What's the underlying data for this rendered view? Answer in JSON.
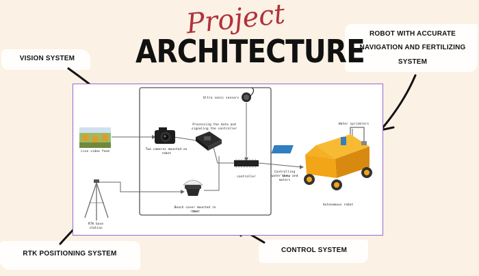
{
  "title": {
    "script": "Project",
    "main": "ARCHITECTURE"
  },
  "callouts": {
    "vision": "VISION SYSTEM",
    "robot_line1": "ROBOT WITH ACCURATE",
    "robot_line2": "NAVIGATION AND FERTILIZING",
    "robot_line3": "SYSTEM",
    "rtk": "RTK POSITIONING SYSTEM",
    "control": "CONTROL SYSTEM"
  },
  "diagram": {
    "live_video": "Live video feed",
    "cameras_line1": "Two cameras mounted on",
    "cameras_line2": "robot",
    "processing_line1": "Processing the data and",
    "processing_line2": "signaling the controller",
    "ultrasonic": "Ultra sonic sensors",
    "controller": "controller",
    "controlling_line1": "Controlling the",
    "controlling_line2": "water pump and",
    "controlling_line3": "motors",
    "water": "Water sprinklers",
    "robot": "Autonomous robot",
    "beacon_line1": "Beach cover mounted in the",
    "beacon_line2": "robot",
    "rtk_base": "RTK base station"
  },
  "colors": {
    "background": "#fbf1e4",
    "accent": "#b0323a",
    "panel_border": "#8e6bd0",
    "robot": "#f2a516"
  }
}
